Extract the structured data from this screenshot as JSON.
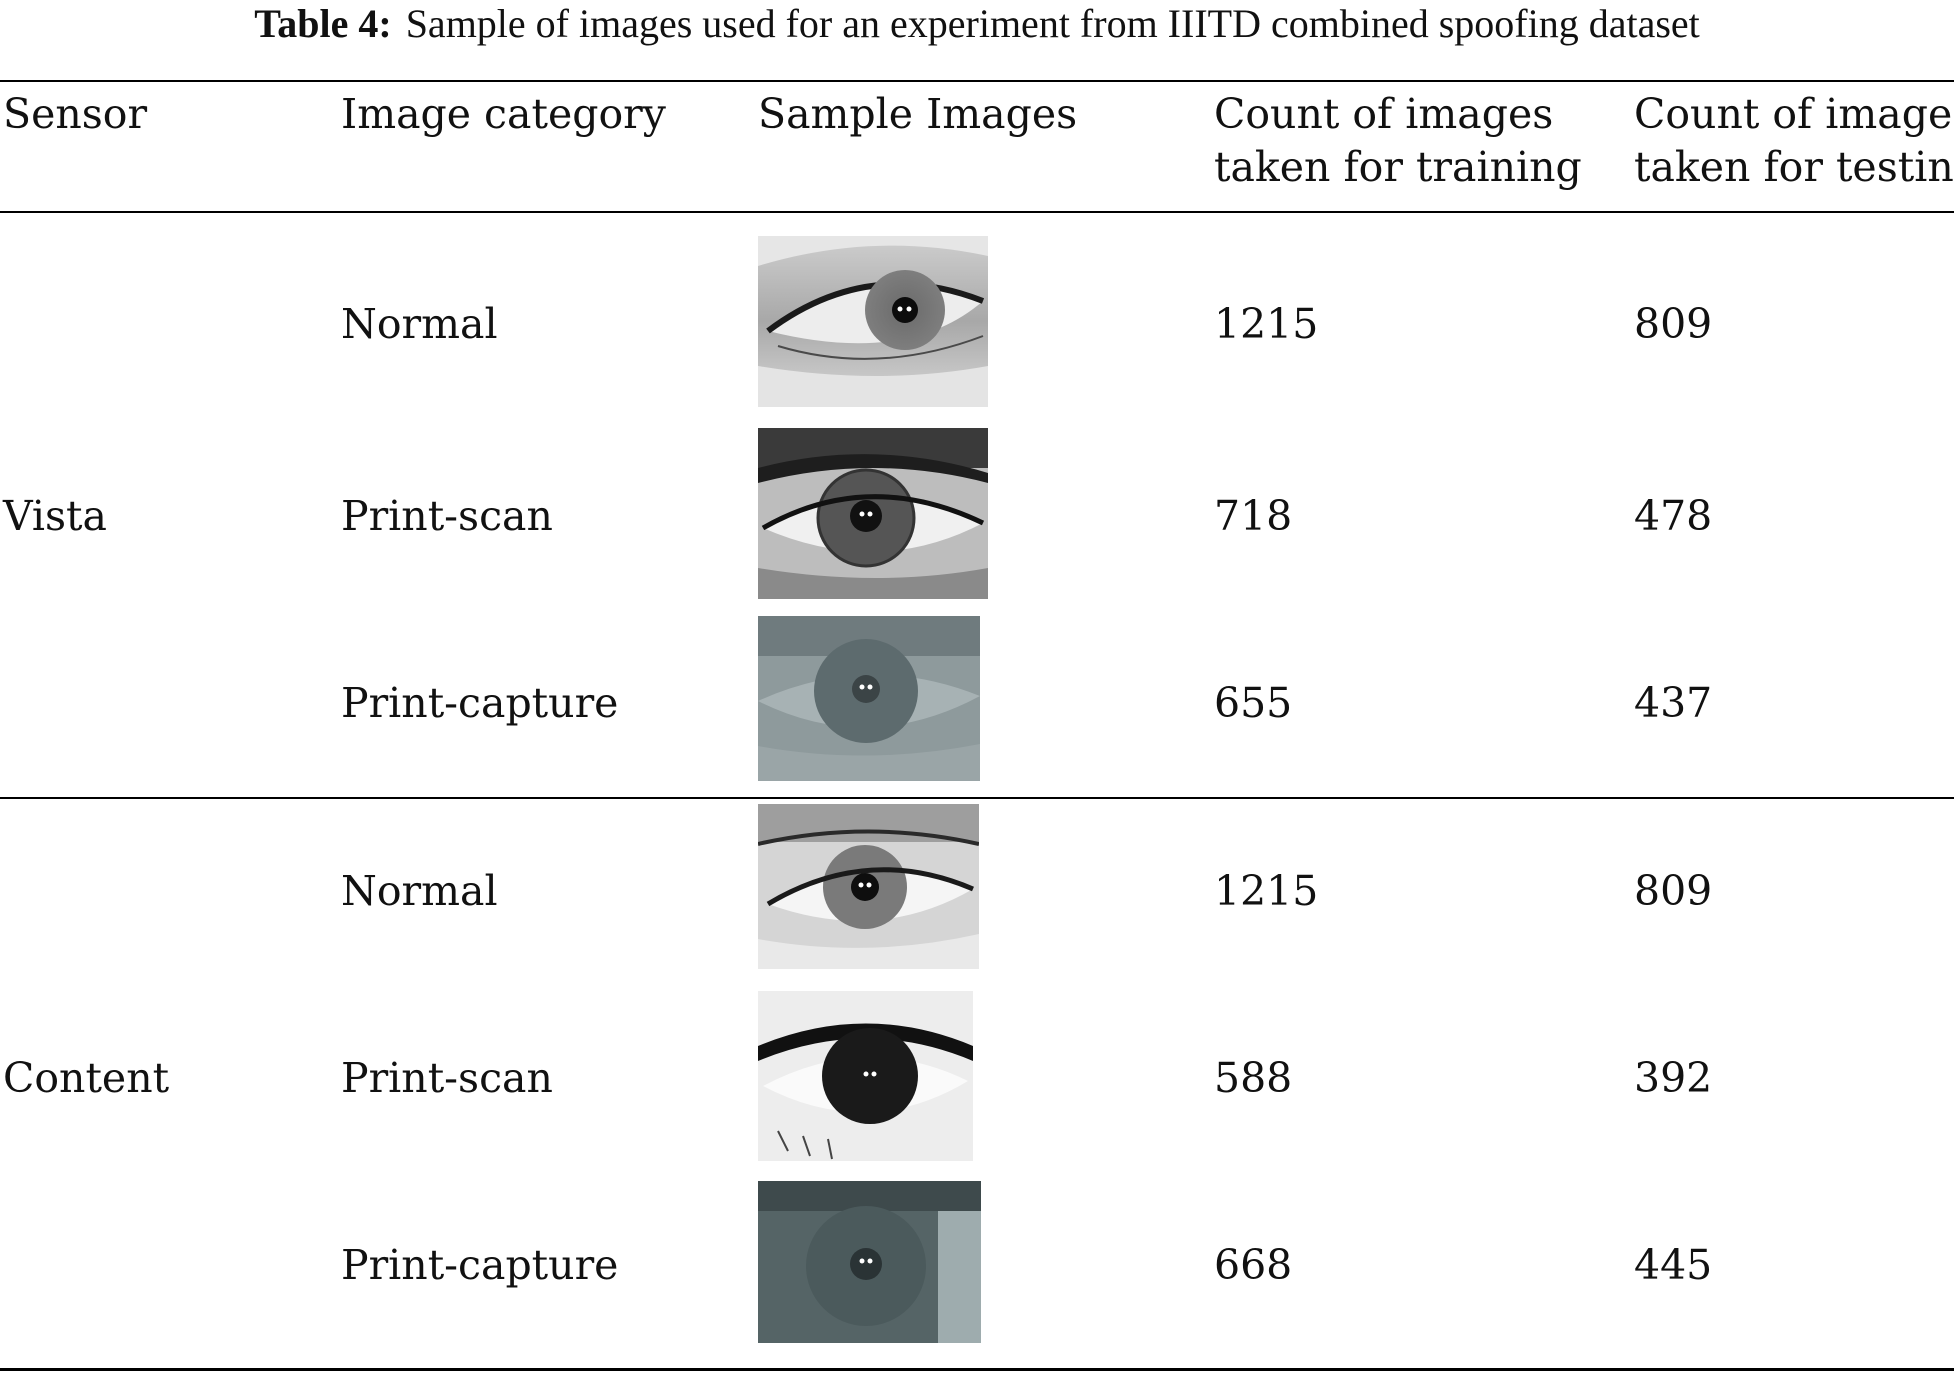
{
  "caption": {
    "label": "Table 4:",
    "text": "Sample of images used for an experiment from IIITD combined spoofing dataset"
  },
  "headers": {
    "sensor": "Sensor",
    "category": "Image category",
    "samples": "Sample Images",
    "train_line1": "Count of images",
    "train_line2": "taken for training",
    "test_line1": "Count of images",
    "test_line2": "taken for testing"
  },
  "groups": [
    {
      "sensor": "Vista",
      "rows": [
        {
          "category": "Normal",
          "train": "1215",
          "test": "809"
        },
        {
          "category": "Print-scan",
          "train": "718",
          "test": "478"
        },
        {
          "category": "Print-capture",
          "train": "655",
          "test": "437"
        }
      ]
    },
    {
      "sensor": "Content",
      "rows": [
        {
          "category": "Normal",
          "train": "1215",
          "test": "809"
        },
        {
          "category": "Print-scan",
          "train": "588",
          "test": "392"
        },
        {
          "category": "Print-capture",
          "train": "668",
          "test": "445"
        }
      ]
    }
  ]
}
